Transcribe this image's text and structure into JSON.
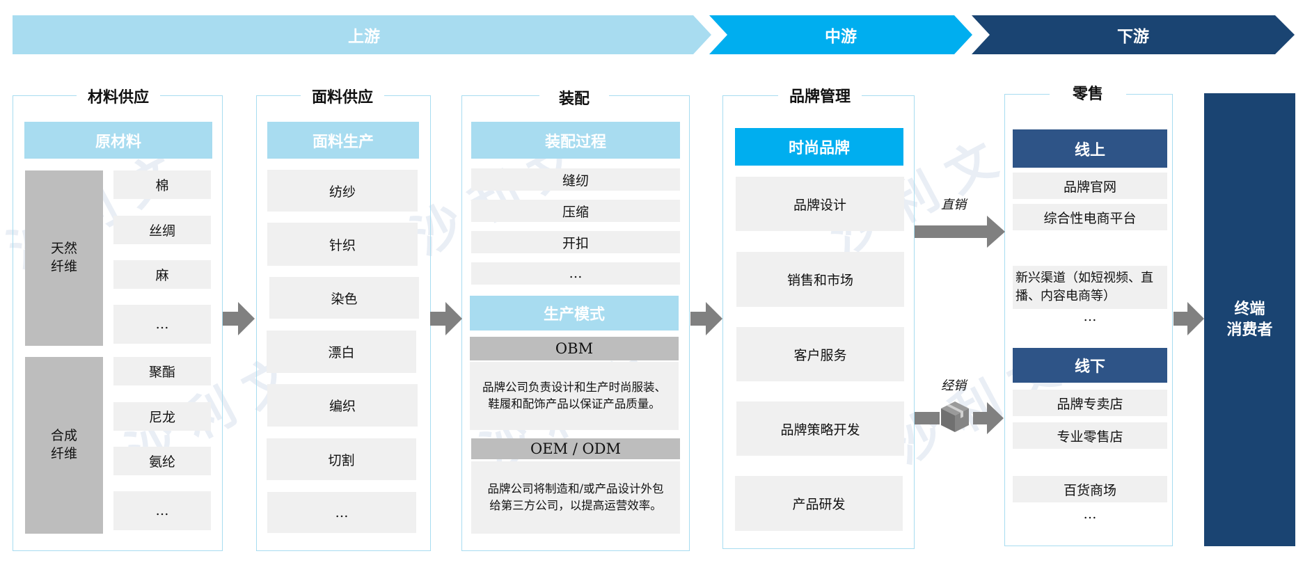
{
  "stages": {
    "upstream": "上游",
    "midstream": "中游",
    "downstream": "下游"
  },
  "columns": {
    "materials": {
      "title": "材料供应",
      "header": "原材料",
      "natural_label": "天然\n纤维",
      "natural_items": [
        "棉",
        "丝绸",
        "麻",
        "…"
      ],
      "synthetic_label": "合成\n纤维",
      "synthetic_items": [
        "聚酯",
        "尼龙",
        "氨纶",
        "…"
      ]
    },
    "fabric": {
      "title": "面料供应",
      "header": "面料生产",
      "items": [
        "纺纱",
        "针织",
        "染色",
        "漂白",
        "编织",
        "切割",
        "…"
      ]
    },
    "assembly": {
      "title": "装配",
      "header": "装配过程",
      "items": [
        "缝纫",
        "压缩",
        "开扣",
        "…"
      ],
      "mode_header": "生产模式",
      "obm_label": "OBM",
      "obm_desc": "品牌公司负责设计和生产时尚服装、鞋履和配饰产品以保证产品质量。",
      "oem_label": "OEM / ODM",
      "oem_desc": "品牌公司将制造和/或产品设计外包给第三方公司，以提高运营效率。"
    },
    "brand": {
      "title": "品牌管理",
      "header": "时尚品牌",
      "items": [
        "品牌设计",
        "销售和市场",
        "客户服务",
        "品牌策略开发",
        "产品研发"
      ]
    },
    "retail": {
      "title": "零售",
      "online_header": "线上",
      "online_items": [
        "品牌官网",
        "综合性电商平台",
        "新兴渠道（如短视频、直播、内容电商等）",
        "…"
      ],
      "offline_header": "线下",
      "offline_items": [
        "品牌专卖店",
        "专业零售店",
        "百货商场",
        "…"
      ]
    }
  },
  "flow": {
    "direct": "直销",
    "distribution": "经销"
  },
  "consumer": "终端\n消费者",
  "colors": {
    "light": "#a8dcf0",
    "mid": "#00aeef",
    "dark": "#1a4472",
    "arrow": "#808080"
  }
}
